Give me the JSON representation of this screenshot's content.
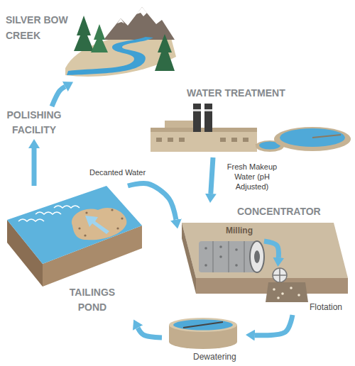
{
  "diagram": {
    "nodes": [
      {
        "text": [
          "SILVER BOW CREEK"
        ]
      },
      {
        "text": [
          "WATER TREATMENT"
        ]
      },
      {
        "text": [
          "POLISHING FACILITY"
        ]
      },
      {
        "text": [
          "CONCENTRATOR"
        ]
      },
      {
        "text": [
          "Milling"
        ],
        "in": 3
      },
      {
        "text": [
          "Flotation"
        ],
        "in": 3
      },
      {
        "text": [
          "TAILINGS POND"
        ]
      },
      {
        "text": [
          "Dewatering"
        ]
      }
    ],
    "edges": [
      {
        "from": 6,
        "to": 2,
        "arrow": "to"
      },
      {
        "from": 2,
        "to": 0,
        "arrow": "to"
      },
      {
        "from": 6,
        "to": 3,
        "label": "Decanted Water",
        "arrow": "to"
      },
      {
        "from": 1,
        "to": 3,
        "label": "Fresh Makeup Water (pH Adjusted)",
        "arrow": "to"
      },
      {
        "from": 4,
        "to": 5,
        "arrow": "to"
      },
      {
        "from": 5,
        "to": 7,
        "arrow": "to"
      },
      {
        "from": 7,
        "to": 6,
        "arrow": "to"
      }
    ]
  }
}
